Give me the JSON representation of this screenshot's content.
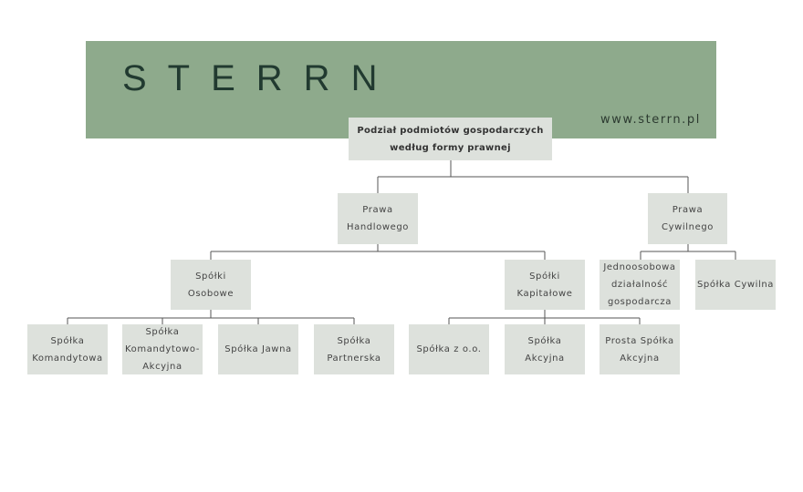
{
  "brand": {
    "logo": "STERRN",
    "url": "www.sterrn.pl"
  },
  "nodes": {
    "root": "Podział podmiotów gospodarczych\nwedług formy prawnej",
    "prawa_handlowego": "Prawa\nHandlowego",
    "prawa_cywilnego": "Prawa\nCywilnego",
    "spolki_osobowe": "Spółki\nOsobowe",
    "spolki_kapitalowe": "Spółki\nKapitałowe",
    "jednoosobowa": "Jednoosobowa\ndziałalność\ngospodarcza",
    "spolka_cywilna": "Spółka Cywilna",
    "komandytowa": "Spółka\nKomandytowa",
    "komandytowo_akcyjna": "Spółka\nKomandytowo-\nAkcyjna",
    "jawna": "Spółka Jawna",
    "partnerska": "Spółka\nPartnerska",
    "zoo": "Spółka z o.o.",
    "akcyjna": "Spółka\nAkcyjna",
    "prosta_akcyjna": "Prosta Spółka\nAkcyjna"
  }
}
